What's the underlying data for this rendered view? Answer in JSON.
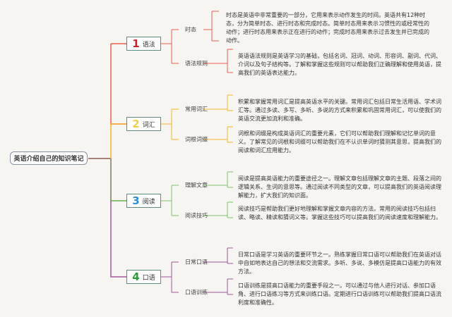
{
  "root": {
    "title": "英语介绍自己的知识笔记"
  },
  "colors": {
    "background": "#f7f5f2",
    "root_line": "#8b5a4a",
    "grammar": "#e8604c",
    "vocabulary": "#f5b52a",
    "reading": "#7cc46a",
    "speaking": "#a0589a"
  },
  "branches": [
    {
      "number": "1",
      "label": "语法",
      "number_color": "#d21f2e",
      "children": [
        {
          "label": "时态",
          "text": "时态是英语中非常重要的一部分，它用来表示动作发生的时间。英语共有12种时态，分为简单时态、进行时态和完成时态。简单时态用来表示习惯性的或经常性的动作；进行时态用来表示正在进行的动作；完成时态用来表示过去发生并已完成的动作。"
        },
        {
          "label": "语法规则",
          "text": "英语语法规则是英语学习的基础，包括名词、冠词、动词、形容词、副词、代词、介词以及句子结构等。了解和掌握这些规则可以帮助我们正确理解和使用英语，提高我们的英语表达能力。"
        }
      ]
    },
    {
      "number": "2",
      "label": "词汇",
      "number_color": "#f0d04a",
      "children": [
        {
          "label": "常用词汇",
          "text": "积累和掌握常用词汇是提高英语水平的关键。常用词汇包括日常生活用语、学术词汇等。通过多读、多写、多听、多说的方式来积累和巩固常用词汇，可以使我们的英语交流更加流利和准确。"
        },
        {
          "label": "词根词缀",
          "text": "词根和词缀是构成英语词汇的重要元素，它们可以帮助我们理解和记忆单词的意义。了解常见的词根和词缀可以帮助我们在不认识单词时猜测其意思，提高我们的阅读和词汇应用能力。"
        }
      ]
    },
    {
      "number": "3",
      "label": "阅读",
      "number_color": "#2a8fd8",
      "children": [
        {
          "label": "理解文章",
          "text": "阅读是提高英语能力的重要途径之一。理解文章包括理解文章的主题、段落之间的逻辑关系、生词的意思等。通过阅读不同类型的文章，可以提高我们的英语阅读理解能力，扩大我们的知识面。"
        },
        {
          "label": "阅读技巧",
          "text": "阅读技巧是帮助我们更好地理解和掌握文章内容的方法。常用的阅读技巧包括扫读、略读、精读和猜词义等。掌握这些技巧可以提高我们的阅读速度和理解能力。"
        }
      ]
    },
    {
      "number": "4",
      "label": "口语",
      "number_color": "#2a9a3a",
      "children": [
        {
          "label": "日常口语",
          "text": "日常口语是学习英语的重要环节之一。熟练掌握日常口语可以帮助我们在英语对话中自如地表达自己的想法和交流需求。多听、多说、多模仿是提高口语能力的有效方法。"
        },
        {
          "label": "口语训练",
          "text": "口语训练是提高口语能力的重要手段之一。可以通过与他人进行对话、参加口语角、进行口语练习等方式来训练口语。定期进行口语训练可以帮助我们提高口语流利度和准确性。"
        }
      ]
    }
  ]
}
